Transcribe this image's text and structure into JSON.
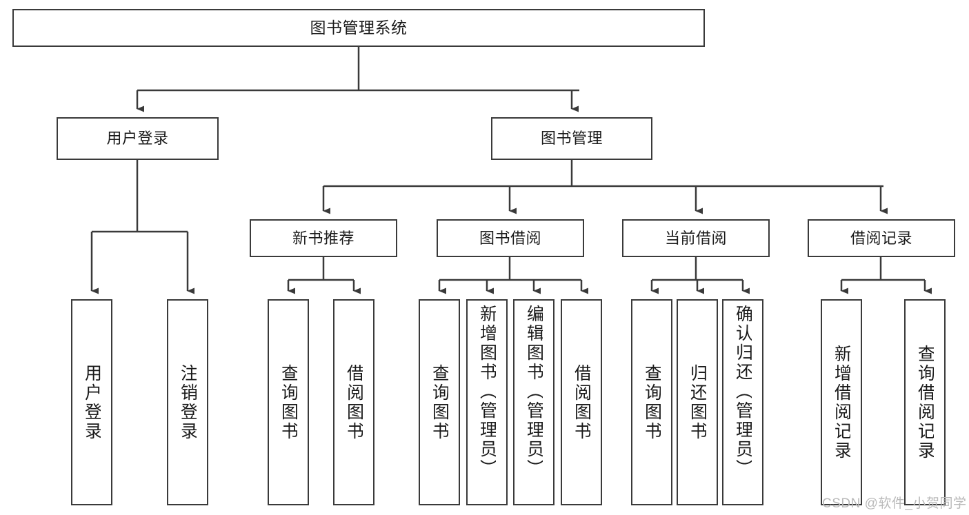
{
  "diagram": {
    "title": "图书管理系统",
    "type": "tree",
    "nodes": {
      "root": {
        "label": "图书管理系统"
      },
      "level2": [
        {
          "id": "user-login",
          "label": "用户登录"
        },
        {
          "id": "book-manage",
          "label": "图书管理"
        }
      ],
      "level3": [
        {
          "id": "new-book-recommend",
          "label": "新书推荐",
          "parent": "book-manage"
        },
        {
          "id": "book-borrow",
          "label": "图书借阅",
          "parent": "book-manage"
        },
        {
          "id": "current-borrow",
          "label": "当前借阅",
          "parent": "book-manage"
        },
        {
          "id": "borrow-record",
          "label": "借阅记录",
          "parent": "book-manage"
        }
      ],
      "leaves": [
        {
          "id": "leaf-user-login",
          "label": "用户登录",
          "parent": "user-login"
        },
        {
          "id": "leaf-logout-login",
          "label": "注销登录",
          "parent": "user-login"
        },
        {
          "id": "leaf-query-book-1",
          "label": "查询图书",
          "parent": "new-book-recommend"
        },
        {
          "id": "leaf-borrow-book-1",
          "label": "借阅图书",
          "parent": "new-book-recommend"
        },
        {
          "id": "leaf-query-book-2",
          "label": "查询图书",
          "parent": "book-borrow"
        },
        {
          "id": "leaf-add-book",
          "label": "新增图书（管理员）",
          "parent": "book-borrow"
        },
        {
          "id": "leaf-edit-book",
          "label": "编辑图书（管理员）",
          "parent": "book-borrow"
        },
        {
          "id": "leaf-borrow-book-2",
          "label": "借阅图书",
          "parent": "book-borrow"
        },
        {
          "id": "leaf-query-book-3",
          "label": "查询图书",
          "parent": "current-borrow"
        },
        {
          "id": "leaf-return-book",
          "label": "归还图书",
          "parent": "current-borrow"
        },
        {
          "id": "leaf-confirm-return",
          "label": "确认归还（管理员）",
          "parent": "current-borrow"
        },
        {
          "id": "leaf-add-record",
          "label": "新增借阅记录",
          "parent": "borrow-record"
        },
        {
          "id": "leaf-query-record",
          "label": "查询借阅记录",
          "parent": "borrow-record"
        }
      ]
    },
    "colors": {
      "stroke": "#3a3a3a",
      "fill": "#ffffff",
      "text": "#1a1a1a",
      "watermark": "#b9b9b9"
    }
  },
  "watermark": {
    "text": "CSDN @软件_小贺同学"
  }
}
